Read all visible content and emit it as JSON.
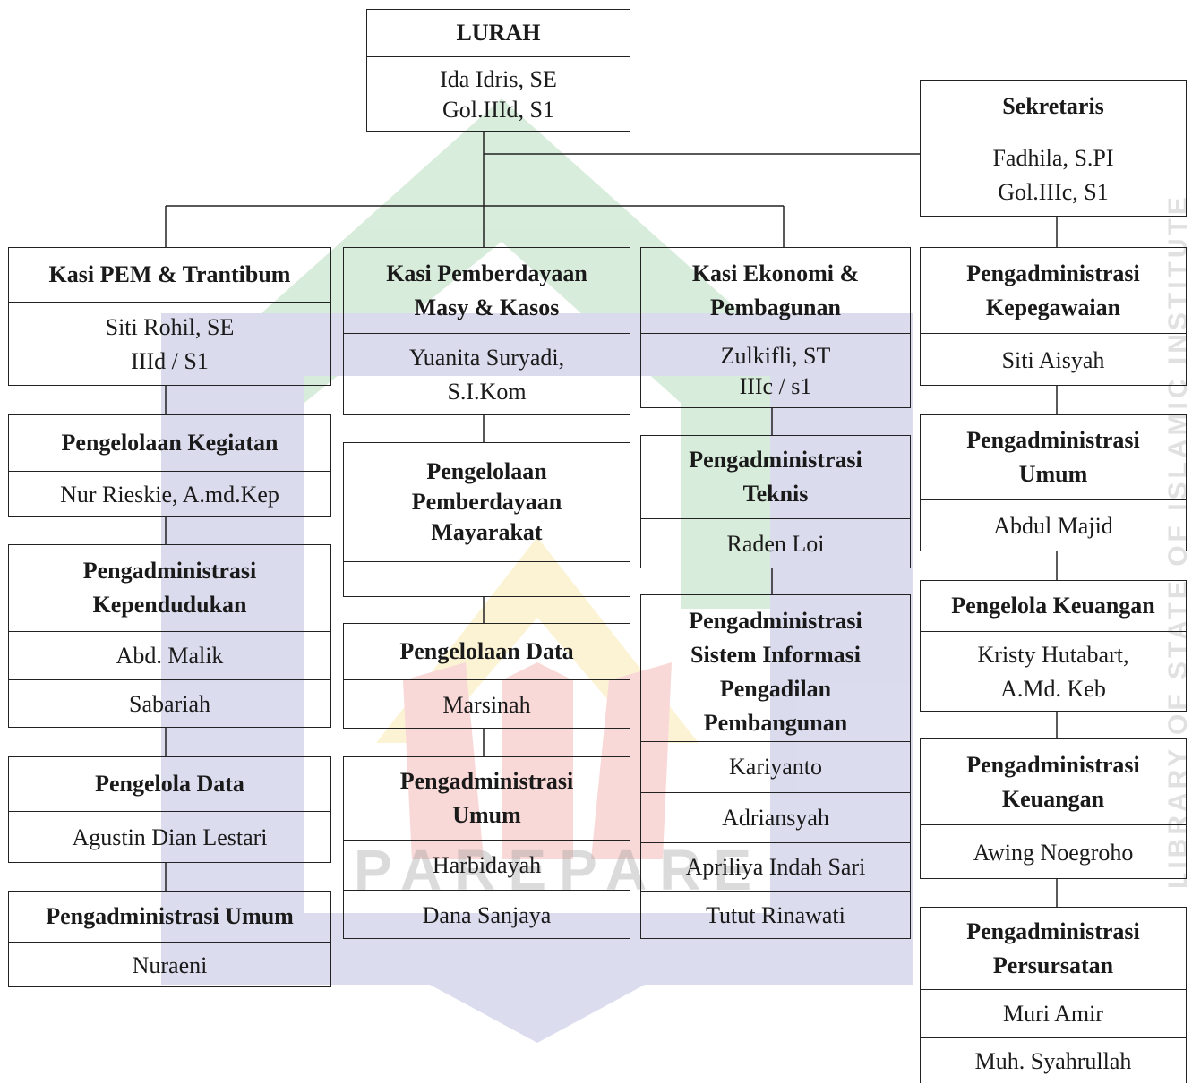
{
  "watermark": {
    "word": "PAREPARE",
    "side": "LIBRARY OF STATE OF ISLAMIC INSTITUTE"
  },
  "lurah": {
    "title": "LURAH",
    "name": "Ida Idris, SE",
    "rank": "Gol.IIId, S1"
  },
  "sekretaris": {
    "title": "Sekretaris",
    "name": "Fadhila, S.PI",
    "rank": "Gol.IIIc, S1"
  },
  "col1": {
    "kasi": {
      "title": "Kasi PEM & Trantibum",
      "name": "Siti Rohil, SE",
      "rank": "IIId / S1"
    },
    "kegiatan": {
      "title": "Pengelolaan Kegiatan",
      "name": "Nur Rieskie, A.md.Kep"
    },
    "kependudukan": {
      "title_1": "Pengadministrasi",
      "title_2": "Kependudukan",
      "name_1": "Abd. Malik",
      "name_2": "Sabariah"
    },
    "data": {
      "title": "Pengelola Data",
      "name": "Agustin Dian Lestari"
    },
    "umum": {
      "title": "Pengadministrasi Umum",
      "name": "Nuraeni"
    }
  },
  "col2": {
    "kasi": {
      "title_1": "Kasi Pemberdayaan",
      "title_2": "Masy & Kasos",
      "name_1": "Yuanita Suryadi,",
      "name_2": "S.I.Kom"
    },
    "pemberdayaan": {
      "title_1": "Pengelolaan",
      "title_2": "Pemberdayaan",
      "title_3": "Mayarakat",
      "name": ""
    },
    "data": {
      "title": "Pengelolaan Data",
      "name": "Marsinah"
    },
    "umum": {
      "title_1": "Pengadministrasi",
      "title_2": "Umum",
      "name_1": "Harbidayah",
      "name_2": "Dana Sanjaya"
    }
  },
  "col3": {
    "kasi": {
      "title_1": "Kasi Ekonomi &",
      "title_2": "Pembagunan",
      "name": "Zulkifli, ST",
      "rank": "IIIc / s1"
    },
    "teknis": {
      "title_1": "Pengadministrasi",
      "title_2": "Teknis",
      "name": "Raden Loi"
    },
    "sistem": {
      "title_1": "Pengadministrasi",
      "title_2": "Sistem Informasi",
      "title_3": "Pengadilan",
      "title_4": "Pembangunan",
      "name_1": "Kariyanto",
      "name_2": "Adriansyah",
      "name_3": "Apriliya Indah Sari",
      "name_4": "Tutut Rinawati"
    }
  },
  "col4": {
    "kepegawaian": {
      "title_1": "Pengadministrasi",
      "title_2": "Kepegawaian",
      "name": "Siti Aisyah"
    },
    "umum": {
      "title_1": "Pengadministrasi",
      "title_2": "Umum",
      "name": "Abdul Majid"
    },
    "keuangan": {
      "title": "Pengelola Keuangan",
      "name_1": "Kristy Hutabart,",
      "name_2": "A.Md. Keb"
    },
    "adm_keuangan": {
      "title_1": "Pengadministrasi",
      "title_2": "Keuangan",
      "name": "Awing Noegroho"
    },
    "persursatan": {
      "title_1": "Pengadministrasi",
      "title_2": "Persursatan",
      "name_1": "Muri Amir",
      "name_2": "Muh. Syahrullah"
    }
  },
  "colors": {
    "wm_green": "#2e9b3e",
    "wm_blue": "#3a3f9e",
    "wm_yellow": "#f2c318",
    "wm_red": "#e03030",
    "line": "#222222"
  }
}
